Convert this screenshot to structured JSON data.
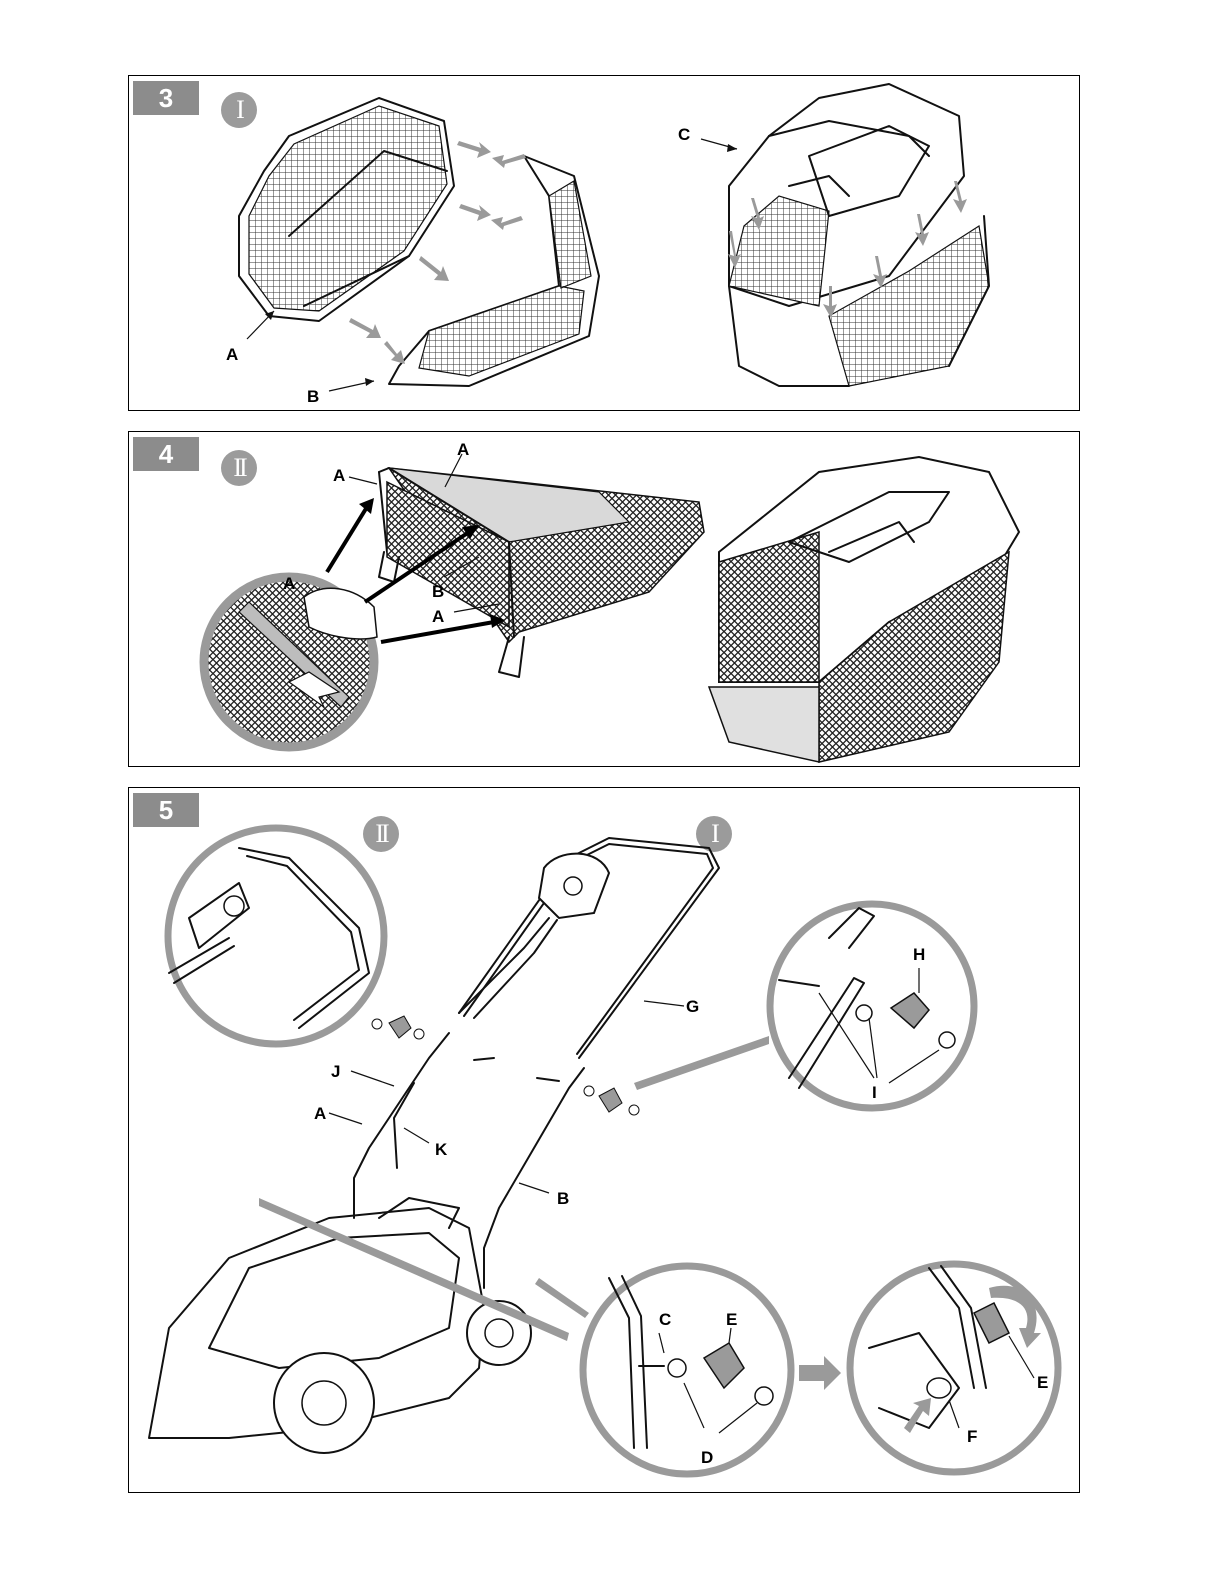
{
  "panels": [
    {
      "step": "3",
      "roman": "I",
      "labels": [
        "A",
        "B",
        "C"
      ]
    },
    {
      "step": "4",
      "roman": "II",
      "labels": [
        "A",
        "A",
        "A",
        "A",
        "B"
      ]
    },
    {
      "step": "5",
      "roman_left": "II",
      "roman_right": "I",
      "labels": [
        "G",
        "H",
        "J",
        "A",
        "K",
        "I",
        "B",
        "C",
        "E",
        "D",
        "E",
        "F"
      ]
    }
  ],
  "colors": {
    "badge": "#8c8c8c",
    "arrow_grey": "#9a9a9a",
    "mesh": "#222222"
  }
}
